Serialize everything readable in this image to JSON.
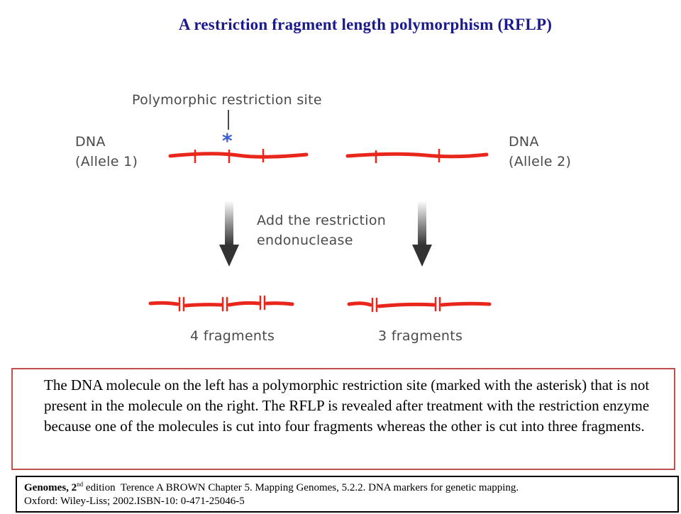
{
  "title": "A restriction fragment length polymorphism (RFLP)",
  "diagram": {
    "polymorphic_site_label": "Polymorphic restriction site",
    "asterisk": "*",
    "allele1": {
      "line1": "DNA",
      "line2": "(Allele 1)"
    },
    "allele2": {
      "line1": "DNA",
      "line2": "(Allele 2)"
    },
    "step_label": {
      "line1": "Add the restriction",
      "line2": "endonuclease"
    },
    "result_left": "4 fragments",
    "result_right": "3 fragments",
    "colors": {
      "dna": "#e8261c",
      "asterisk": "#3a5fcd",
      "label_text": "#4a4a4a",
      "arrow": "#3a3a3a"
    }
  },
  "caption": "The DNA molecule on the left has a polymorphic restriction site (marked with the asterisk) that is not present in the molecule on the right. The RFLP is revealed after treatment with the restriction enzyme because one of the molecules is cut into four fragments whereas the other is cut into three fragments.",
  "reference": {
    "book": "Genomes, 2",
    "edition_sup": "nd",
    "edition_rest": " edition",
    "line1_rest": "  Terence A BROWN Chapter 5. Mapping Genomes, 5.2.2. DNA markers for genetic mapping.",
    "line2": "Oxford: Wiley-Liss; 2002.ISBN-10: 0-471-25046-5"
  }
}
